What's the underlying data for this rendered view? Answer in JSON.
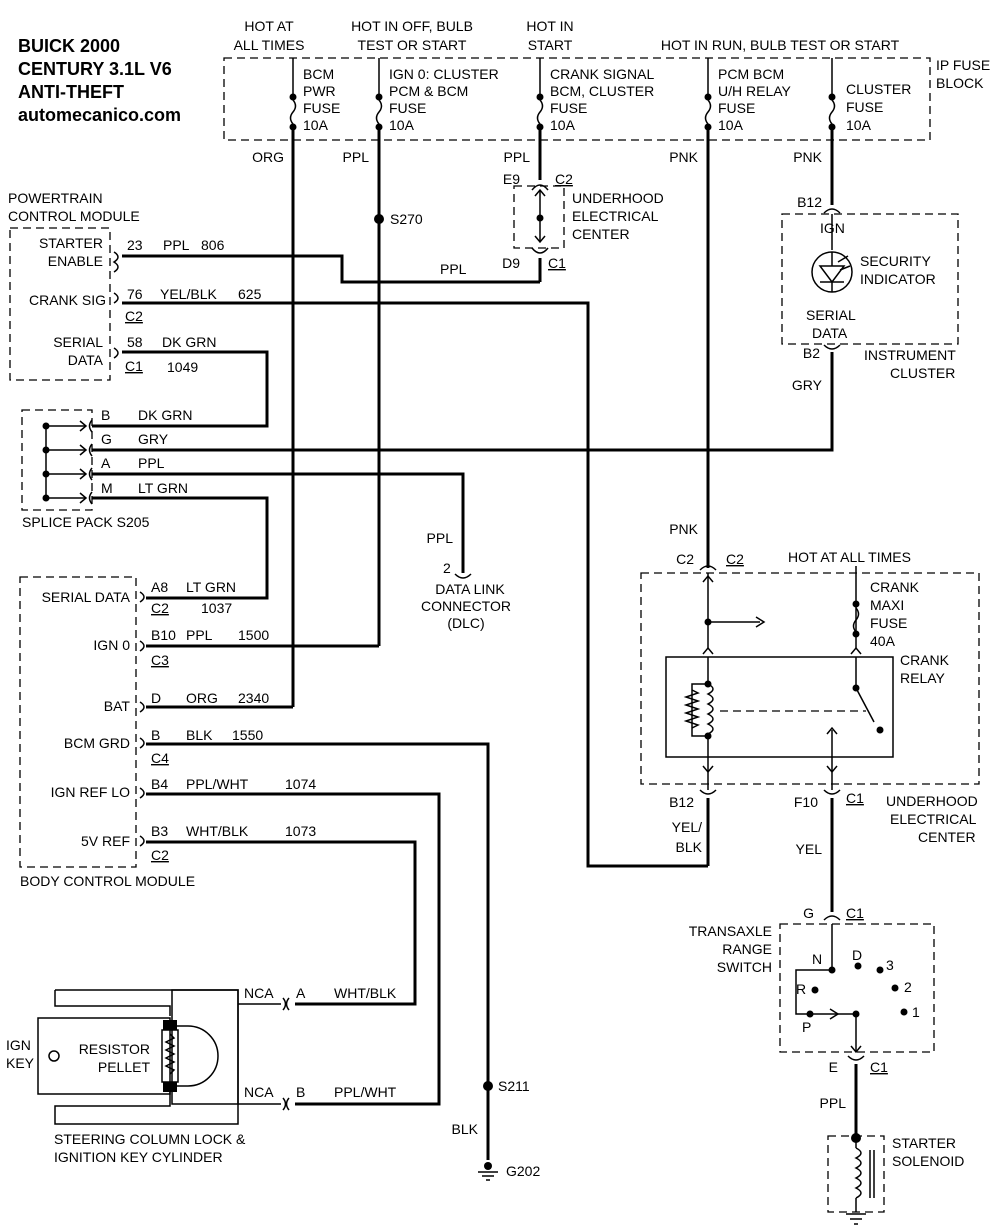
{
  "title": {
    "line1": "BUICK 2000",
    "line2": "CENTURY 3.1L V6",
    "line3": "ANTI-THEFT",
    "line4": "automecanico.com"
  },
  "fuse_block": {
    "headers": [
      "HOT AT",
      "ALL TIMES",
      "HOT IN OFF, BULB",
      "TEST OR START",
      "HOT IN",
      "START",
      "HOT IN RUN, BULB TEST OR START"
    ],
    "name_lines": [
      "IP FUSE",
      "BLOCK"
    ],
    "fuses": [
      {
        "lines": [
          "BCM",
          "PWR",
          "FUSE",
          "10A"
        ],
        "wire": "ORG"
      },
      {
        "lines": [
          "IGN 0: CLUSTER",
          "PCM & BCM",
          "FUSE",
          "10A"
        ],
        "wire": "PPL"
      },
      {
        "lines": [
          "CRANK SIGNAL",
          "BCM, CLUSTER",
          "FUSE",
          "10A"
        ],
        "wire": "PPL"
      },
      {
        "lines": [
          "PCM BCM",
          "U/H RELAY",
          "FUSE",
          "10A"
        ],
        "wire": "PNK"
      },
      {
        "lines": [
          "CLUSTER",
          "FUSE",
          "10A"
        ],
        "wire": "PNK"
      }
    ]
  },
  "pcm": {
    "name_lines": [
      "POWERTRAIN",
      "CONTROL MODULE"
    ],
    "pins": [
      {
        "label_lines": [
          "STARTER",
          "ENABLE"
        ],
        "pin": "23",
        "color": "PPL",
        "circuit": "806"
      },
      {
        "label_lines": [
          "CRANK SIG"
        ],
        "pin": "76",
        "color": "YEL/BLK",
        "circuit": "625",
        "connector": "C2"
      },
      {
        "label_lines": [
          "SERIAL",
          "DATA"
        ],
        "pin": "58",
        "color": "DK GRN",
        "circuit": "1049",
        "connector": "C1"
      }
    ]
  },
  "s270": "S270",
  "uec_top": {
    "pin_top": "E9",
    "conn_top": "C2",
    "pin_bottom": "D9",
    "conn_bottom": "C1",
    "name_lines": [
      "UNDERHOOD",
      "ELECTRICAL",
      "CENTER"
    ],
    "ppl": "PPL"
  },
  "cluster": {
    "pin_top": "B12",
    "ign": "IGN",
    "indicator_lines": [
      "SECURITY",
      "INDICATOR"
    ],
    "serial_lines": [
      "SERIAL",
      "DATA"
    ],
    "pin_bottom": "B2",
    "name_lines": [
      "INSTRUMENT",
      "CLUSTER"
    ],
    "out_wire": "GRY"
  },
  "splice": {
    "name": "SPLICE PACK S205",
    "pins": [
      {
        "pin": "B",
        "color": "DK GRN"
      },
      {
        "pin": "G",
        "color": "GRY"
      },
      {
        "pin": "A",
        "color": "PPL"
      },
      {
        "pin": "M",
        "color": "LT GRN"
      }
    ]
  },
  "dlc": {
    "wire": "PPL",
    "pin": "2",
    "name_lines": [
      "DATA LINK",
      "CONNECTOR",
      "(DLC)"
    ]
  },
  "bcm": {
    "name": "BODY CONTROL MODULE",
    "pins": [
      {
        "label": "SERIAL DATA",
        "pin": "A8",
        "color": "LT GRN",
        "circuit": "1037",
        "connector": "C2"
      },
      {
        "label": "IGN 0",
        "pin": "B10",
        "color": "PPL",
        "circuit": "1500",
        "connector": "C3"
      },
      {
        "label": "BAT",
        "pin": "D",
        "color": "ORG",
        "circuit": "2340"
      },
      {
        "label": "BCM GRD",
        "pin": "B",
        "color": "BLK",
        "circuit": "1550",
        "connector": "C4"
      },
      {
        "label": "IGN REF LO",
        "pin": "B4",
        "color": "PPL/WHT",
        "circuit": "1074"
      },
      {
        "label": "5V REF",
        "pin": "B3",
        "color": "WHT/BLK",
        "circuit": "1073",
        "connector": "C2"
      }
    ]
  },
  "uec_relay": {
    "pnk": "PNK",
    "pin_top": "C2",
    "conn_top": "C2",
    "hot": "HOT AT ALL TIMES",
    "maxi_lines": [
      "CRANK",
      "MAXI",
      "FUSE",
      "40A"
    ],
    "relay_lines": [
      "CRANK",
      "RELAY"
    ],
    "pin_b12": "B12",
    "pin_f10": "F10",
    "conn_c1": "C1",
    "name_lines": [
      "UNDERHOOD",
      "ELECTRICAL",
      "CENTER"
    ],
    "yelblk_lines": [
      "YEL/",
      "BLK"
    ],
    "yel": "YEL"
  },
  "trs": {
    "pin_top": "G",
    "conn_top": "C1",
    "name_lines": [
      "TRANSAXLE",
      "RANGE",
      "SWITCH"
    ],
    "positions": [
      "N",
      "D",
      "3",
      "R",
      "2",
      "P",
      "1"
    ],
    "pin_bottom": "E",
    "conn_bottom": "C1",
    "out_wire": "PPL"
  },
  "solenoid": {
    "name_lines": [
      "STARTER",
      "SOLENOID"
    ]
  },
  "lock": {
    "ign_key_lines": [
      "IGN",
      "KEY"
    ],
    "pellet_lines": [
      "RESISTOR",
      "PELLET"
    ],
    "nca_a": "NCA",
    "pin_a": "A",
    "wire_a": "WHT/BLK",
    "nca_b": "NCA",
    "pin_b": "B",
    "wire_b": "PPL/WHT",
    "name_lines": [
      "STEERING COLUMN LOCK &",
      "IGNITION KEY CYLINDER"
    ]
  },
  "ground": {
    "splice": "S211",
    "wire": "BLK",
    "ground": "G202"
  }
}
